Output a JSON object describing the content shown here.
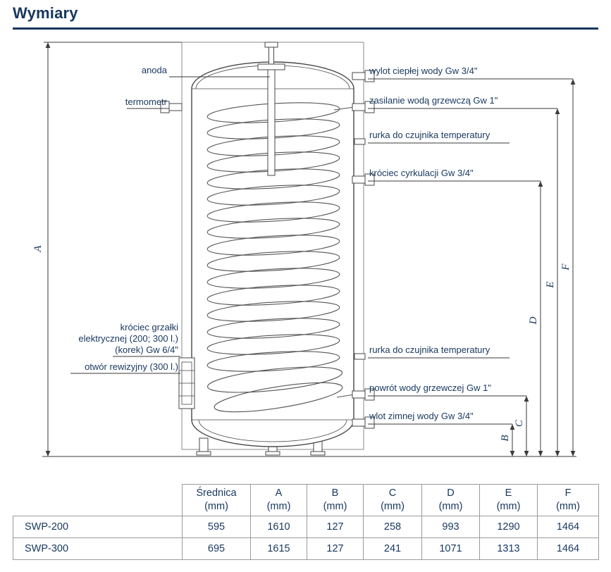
{
  "title": "Wymiary",
  "colors": {
    "accent": "#17375E",
    "line": "#474747"
  },
  "diagram": {
    "left_labels": {
      "anoda": "anoda",
      "termometr": "termometr",
      "heater_block": [
        "króciec grzałki",
        "elektrycznej (200; 300 l.)",
        "(korek) Gw 6/4\"",
        "otwór rewizyjny (300 l.)"
      ]
    },
    "right_labels": {
      "wylot": "wylot ciepłej wody Gw 3/4\"",
      "zasilanie": "zasilanie wodą grzewczą Gw 1\"",
      "rurka_top": "rurka do czujnika temperatury",
      "cyrkulacja": "króciec cyrkulacji Gw 3/4\"",
      "rurka_bottom": "rurka do czujnika temperatury",
      "powrot": "powrót wody grzewczej Gw 1\"",
      "wlot": "wlot zimnej wody Gw 3/4\""
    },
    "dim_letters": {
      "A": "A",
      "B": "B",
      "C": "C",
      "D": "D",
      "E": "E",
      "F": "F"
    }
  },
  "table": {
    "col_headers": [
      {
        "name": "Średnica",
        "unit": "(mm)"
      },
      {
        "name": "A",
        "unit": "(mm)"
      },
      {
        "name": "B",
        "unit": "(mm)"
      },
      {
        "name": "C",
        "unit": "(mm)"
      },
      {
        "name": "D",
        "unit": "(mm)"
      },
      {
        "name": "E",
        "unit": "(mm)"
      },
      {
        "name": "F",
        "unit": "(mm)"
      }
    ],
    "rows": [
      {
        "model": "SWP-200",
        "values": [
          "595",
          "1610",
          "127",
          "258",
          "993",
          "1290",
          "1464"
        ]
      },
      {
        "model": "SWP-300",
        "values": [
          "695",
          "1615",
          "127",
          "241",
          "1071",
          "1313",
          "1464"
        ]
      }
    ]
  }
}
